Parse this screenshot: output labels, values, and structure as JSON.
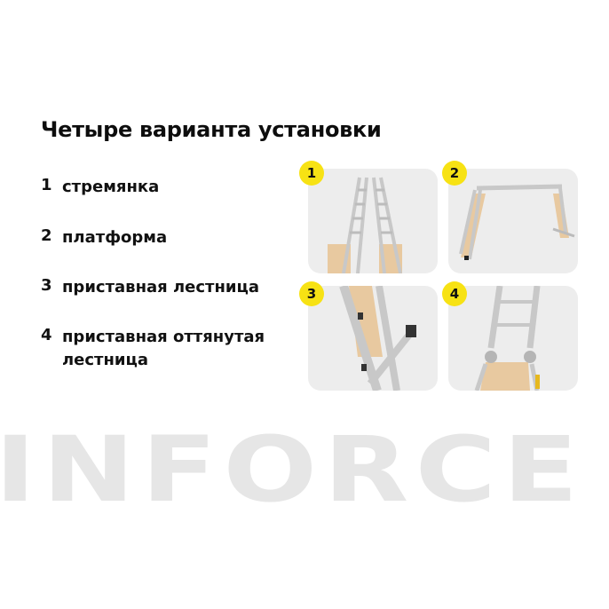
{
  "heading": "Четыре варианта установки",
  "items": [
    {
      "num": "1",
      "label": "стремянка"
    },
    {
      "num": "2",
      "label": "платформа"
    },
    {
      "num": "3",
      "label": "приставная лестница"
    },
    {
      "num": "4",
      "label": "приставная оттянутая лестница"
    }
  ],
  "cards": [
    {
      "badge": "1",
      "image": "ladder-a-frame"
    },
    {
      "badge": "2",
      "image": "ladder-platform"
    },
    {
      "badge": "3",
      "image": "ladder-leaning"
    },
    {
      "badge": "4",
      "image": "ladder-extended"
    }
  ],
  "watermark": "INFORCE",
  "colors": {
    "badge": "#f7e214",
    "card": "#ededed",
    "watermark": "#e6e6e6",
    "board": "#e8c9a0"
  }
}
